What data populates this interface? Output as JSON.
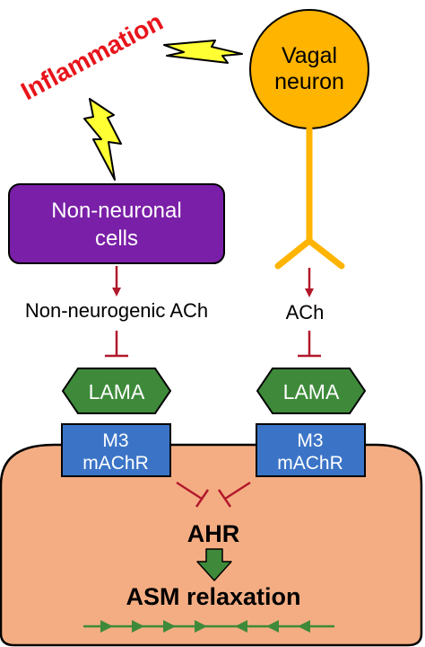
{
  "labels": {
    "inflammation": "Inflammation",
    "vagal_line1": "Vagal",
    "vagal_line2": "neuron",
    "nonneuronal_line1": "Non-neuronal",
    "nonneuronal_line2": "cells",
    "non_neurogenic_ach": "Non-neurogenic ACh",
    "ach": "ACh",
    "lama_left": "LAMA",
    "lama_right": "LAMA",
    "m3_left_line1": "M3",
    "m3_left_line2": "mAChR",
    "m3_right_line1": "M3",
    "m3_right_line2": "mAChR",
    "ahr": "AHR",
    "asm_relaxation": "ASM relaxation"
  },
  "colors": {
    "inflammation_text": "#e8141b",
    "lightning_fill": "#ffff33",
    "neuron_fill": "#ffb400",
    "nonneuronal_fill": "#7a1fa8",
    "arrow_red": "#b2182b",
    "lama_fill": "#3e8a3a",
    "receptor_fill": "#3b74c7",
    "cell_fill": "#f4ad83",
    "green_arrow": "#3e8a3a",
    "muscle_green": "#3e8a3a"
  },
  "icons": {
    "lightning_left": "lightning-icon",
    "lightning_right": "lightning-icon"
  }
}
